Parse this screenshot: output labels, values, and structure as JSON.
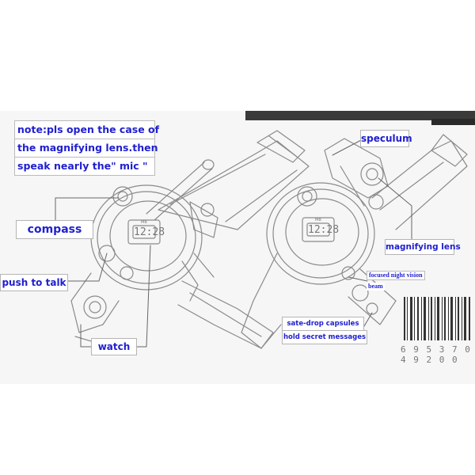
{
  "note_lines": [
    "note:pls open the case of",
    "the magnifying lens.then",
    "speak nearly the\" mic \""
  ],
  "labels": {
    "compass": "compass",
    "push_to_talk": "push to talk",
    "watch": "watch",
    "speculum": "speculum",
    "magnifying_lens": "magnifying lens",
    "focused_night_vision": "focused night vision",
    "beam": "beam",
    "sate_drop_line1": "sate-drop capsules",
    "sate_drop_line2": "hold secret messages"
  },
  "watch_display": {
    "left_time": "12:28",
    "right_time": "12:28",
    "brand": "MB"
  },
  "barcode_number": "6 9 5 3 7 0 4 9 2 0 0",
  "colors": {
    "label_text": "#2020d0",
    "line_art": "#8a8a8a"
  }
}
